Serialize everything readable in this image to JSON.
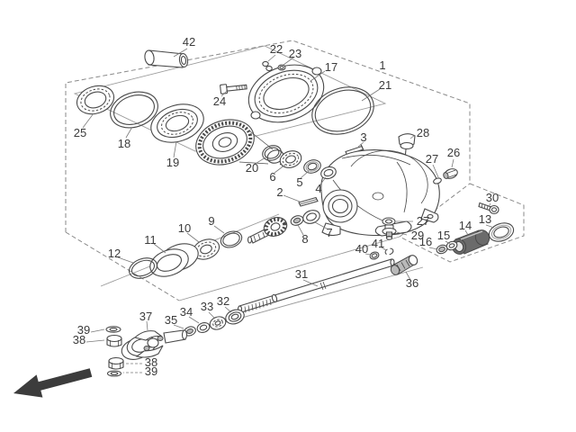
{
  "diagram": {
    "kind": "exploded-parts-diagram",
    "direction_arrow": "front-lower-left"
  },
  "colors": {
    "background": "#ffffff",
    "line": "#4a4a4a",
    "label_text": "#3b3b3b",
    "boundary": "#8a8a8a",
    "arrow": "#3c3c3c",
    "dark_part": "#6b6b6b"
  },
  "labels": {
    "l1": "1",
    "l2": "2",
    "l3": "3",
    "l4": "4",
    "l5": "5",
    "l6": "6",
    "l7": "7",
    "l8": "8",
    "l9": "9",
    "l10": "10",
    "l11": "11",
    "l12": "12",
    "l13": "13",
    "l14": "14",
    "l15": "15",
    "l16": "16",
    "l17": "17",
    "l18": "18",
    "l19": "19",
    "l20": "20",
    "l21": "21",
    "l22": "22",
    "l23": "23",
    "l24": "24",
    "l25": "25",
    "l26": "26",
    "l27a": "27",
    "l27b": "27",
    "l28": "28",
    "l29": "29",
    "l30": "30",
    "l31": "31",
    "l32": "32",
    "l33": "33",
    "l34": "34",
    "l35": "35",
    "l36": "36",
    "l37": "37",
    "l38a": "38",
    "l38b": "38",
    "l39a": "39",
    "l39b": "39",
    "l40": "40",
    "l41": "41",
    "l42": "42"
  }
}
